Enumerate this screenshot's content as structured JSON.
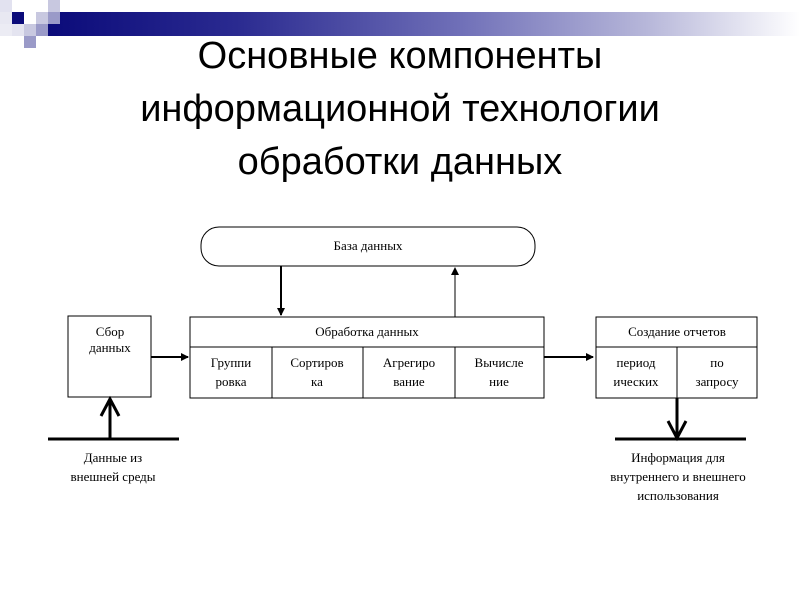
{
  "slide": {
    "title_lines": [
      "Основные компоненты",
      "информационной технологии",
      "обработки данных"
    ],
    "colors": {
      "band_dark": "#0b0b7a",
      "band_mid": "#7070b8",
      "square_light": "#c8c8e0",
      "square_mid": "#9a9ac8"
    }
  },
  "diagram": {
    "database": {
      "label": "База данных"
    },
    "collection": {
      "lines": [
        "Сбор",
        "данных"
      ]
    },
    "processing": {
      "header": "Обработка данных",
      "cells": [
        {
          "lines": [
            "Группи",
            "ровка"
          ]
        },
        {
          "lines": [
            "Сортиров",
            "ка"
          ]
        },
        {
          "lines": [
            "Агрегиро",
            "вание"
          ]
        },
        {
          "lines": [
            "Вычисле",
            "ние"
          ]
        }
      ]
    },
    "reports": {
      "header": "Создание отчетов",
      "cells": [
        {
          "lines": [
            "период",
            "ических"
          ]
        },
        {
          "lines": [
            "по",
            "запросу"
          ]
        }
      ]
    },
    "input_source": {
      "lines": [
        "Данные из",
        "внешней среды"
      ]
    },
    "output_target": {
      "lines": [
        "Информация для",
        "внутреннего и внешнего",
        "использования"
      ]
    }
  }
}
